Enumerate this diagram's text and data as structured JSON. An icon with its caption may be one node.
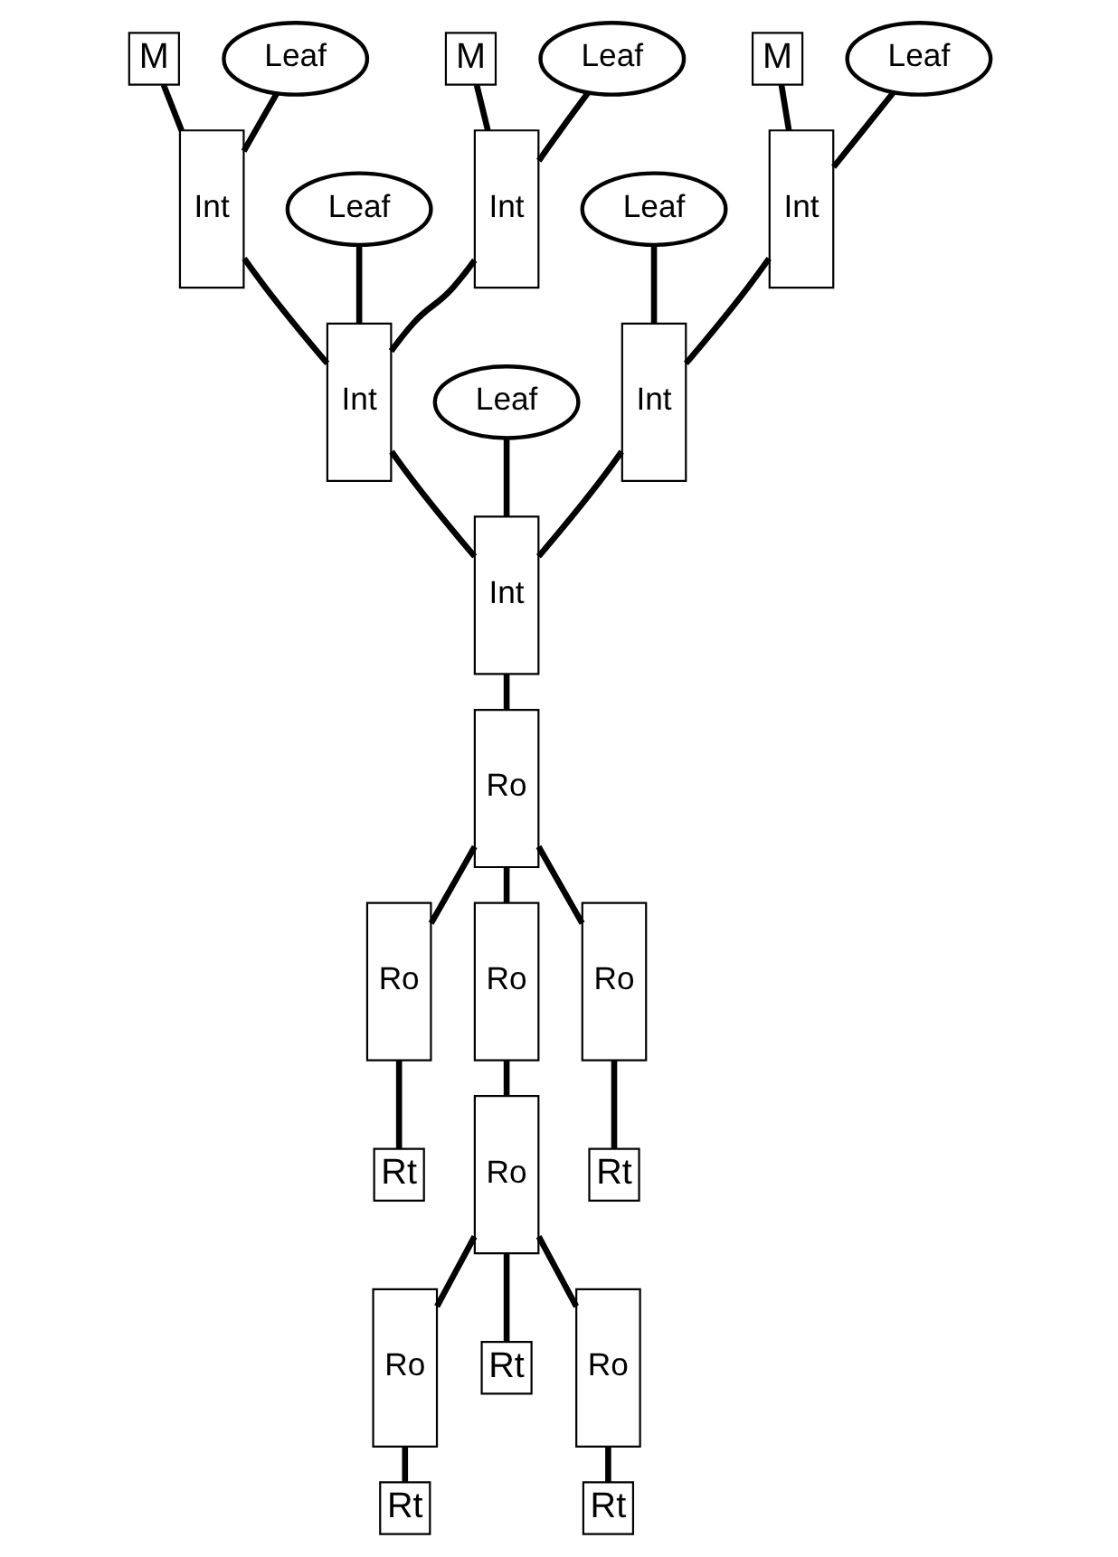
{
  "diagram": {
    "nodes": [
      {
        "text": [
          "M"
        ]
      },
      {
        "text": [
          "Leaf"
        ]
      },
      {
        "text": [
          "Int"
        ]
      },
      {
        "text": [
          "M"
        ]
      },
      {
        "text": [
          "Int"
        ]
      },
      {
        "text": [
          "Leaf"
        ]
      },
      {
        "text": [
          "Int"
        ]
      },
      {
        "text": [
          "Leaf"
        ]
      },
      {
        "text": [
          "M"
        ]
      },
      {
        "text": [
          "Int"
        ]
      },
      {
        "text": [
          "Leaf"
        ]
      },
      {
        "text": [
          "Leaf"
        ]
      },
      {
        "text": [
          "Int"
        ]
      },
      {
        "text": [
          "Int"
        ]
      },
      {
        "text": [
          "Leaf"
        ]
      },
      {
        "text": [
          "Ro"
        ]
      },
      {
        "text": [
          "Ro"
        ]
      },
      {
        "text": [
          "Ro"
        ]
      },
      {
        "text": [
          "Rt"
        ]
      },
      {
        "text": [
          "Ro"
        ]
      },
      {
        "text": [
          "Ro"
        ]
      },
      {
        "text": [
          "Ro"
        ]
      },
      {
        "text": [
          "Rt"
        ]
      },
      {
        "text": [
          "Rt"
        ]
      },
      {
        "text": [
          "Rt"
        ]
      },
      {
        "text": [
          "Ro"
        ]
      },
      {
        "text": [
          "Rt"
        ]
      }
    ],
    "edges": [
      {
        "from": 0,
        "to": 2,
        "arrow": "none"
      },
      {
        "from": 1,
        "to": 2,
        "arrow": "none"
      },
      {
        "from": 2,
        "to": 6,
        "arrow": "none"
      },
      {
        "from": 3,
        "to": 4,
        "arrow": "none"
      },
      {
        "from": 4,
        "to": 6,
        "arrow": "none"
      },
      {
        "from": 5,
        "to": 4,
        "arrow": "none"
      },
      {
        "from": 7,
        "to": 6,
        "arrow": "none"
      },
      {
        "from": 8,
        "to": 9,
        "arrow": "none"
      },
      {
        "from": 9,
        "to": 12,
        "arrow": "none"
      },
      {
        "from": 10,
        "to": 9,
        "arrow": "none"
      },
      {
        "from": 12,
        "to": 13,
        "arrow": "none"
      },
      {
        "from": 14,
        "to": 12,
        "arrow": "none"
      },
      {
        "from": 11,
        "to": 13,
        "arrow": "none"
      },
      {
        "from": 6,
        "to": 13,
        "arrow": "none"
      },
      {
        "from": 13,
        "to": 15,
        "arrow": "none"
      },
      {
        "from": 15,
        "to": 16,
        "arrow": "none"
      },
      {
        "from": 15,
        "to": 19,
        "arrow": "none"
      },
      {
        "from": 15,
        "to": 17,
        "arrow": "none"
      },
      {
        "from": 16,
        "to": 18,
        "arrow": "none"
      },
      {
        "from": 19,
        "to": 23,
        "arrow": "none"
      },
      {
        "from": 17,
        "to": 20,
        "arrow": "none"
      },
      {
        "from": 20,
        "to": 21,
        "arrow": "none"
      },
      {
        "from": 21,
        "to": 22,
        "arrow": "none"
      },
      {
        "from": 20,
        "to": 24,
        "arrow": "none"
      },
      {
        "from": 20,
        "to": 25,
        "arrow": "none"
      },
      {
        "from": 25,
        "to": 26,
        "arrow": "none"
      }
    ]
  }
}
